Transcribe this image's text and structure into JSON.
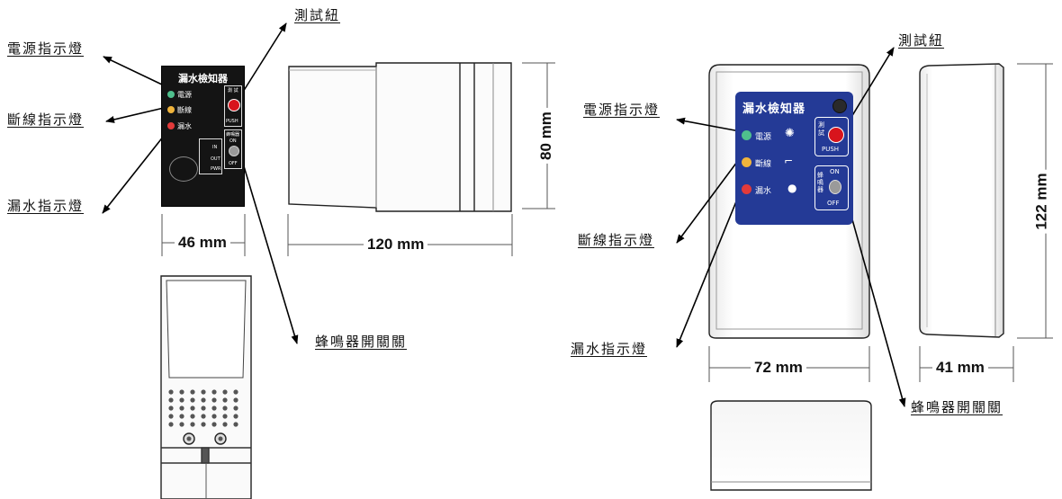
{
  "left": {
    "callouts": {
      "power": "電源指示燈",
      "disconnect": "斷線指示燈",
      "leak": "漏水指示燈",
      "test": "測試紐",
      "buzzer": "蜂鳴器開關關"
    },
    "dims": {
      "width": "46 mm",
      "length": "120 mm",
      "height": "80 mm"
    },
    "panel": {
      "title": "漏水檢知器",
      "led_power": "電源",
      "led_disconnect": "斷線",
      "led_leak": "漏水",
      "test_label": "測 試",
      "push": "PUSH",
      "switch_label": "蜂鳴器",
      "on": "ON",
      "off": "OFF",
      "grid_labels": [
        "IN",
        "OUT",
        "PWR"
      ]
    }
  },
  "right": {
    "callouts": {
      "power": "電源指示燈",
      "disconnect": "斷線指示燈",
      "leak": "漏水指示燈",
      "test": "測試紐",
      "buzzer": "蜂鳴器開關關"
    },
    "dims": {
      "width": "72 mm",
      "depth": "41 mm",
      "height": "122 mm"
    },
    "panel": {
      "title": "漏水檢知器",
      "led_power": "電源",
      "led_disconnect": "斷線",
      "led_leak": "漏水",
      "test_label": "測試",
      "push": "PUSH",
      "switch_label": "蜂鳴器",
      "on": "ON",
      "off": "OFF"
    }
  },
  "colors": {
    "panel_small": "#141414",
    "panel_large": "#243a96",
    "led_green": "#4fc08d",
    "led_yellow": "#f0b43c",
    "led_red": "#e23a3a",
    "button_red": "#d8141c"
  }
}
